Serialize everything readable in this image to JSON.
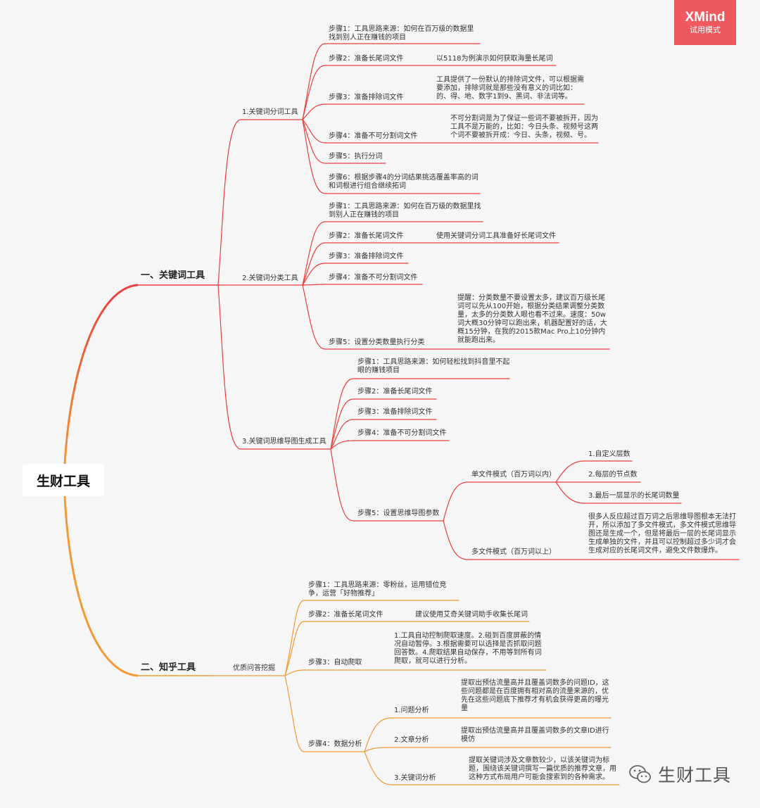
{
  "badge": {
    "title": "XMind",
    "subtitle": "试用模式"
  },
  "root": "生财工具",
  "branch1": {
    "label": "一、关键词工具",
    "g1": {
      "label": "1.关键词分词工具",
      "s1": "步骤1：工具思路来源：如何在百万级的数据里找到别人正在赚钱的项目",
      "s2": "步骤2：准备长尾词文件",
      "s2n": "以5118为例演示如何获取海量长尾词",
      "s3": "步骤3：准备排除词文件",
      "s3n": "工具提供了一份默认的排除词文件，可以根据需要添加，排除词就是那些没有意义的词比如：的、得、地、数字1到9、黑词、非法词等。",
      "s4": "步骤4：准备不可分割词文件",
      "s4n": "不可分割词是为了保证一些词不要被拆开，因为工具不是万能的，比如：今日头条、视频号这两个词不要被拆开成：今日、头条，视频、号。",
      "s5": "步骤5：执行分词",
      "s6": "步骤6：根据步骤4的分词结果挑选覆盖率高的词和词根进行组合继续拓词"
    },
    "g2": {
      "label": "2.关键词分类工具",
      "s1": "步骤1：工具思路来源：如何在百万级的数据里找到别人正在赚钱的项目",
      "s2": "步骤2：准备长尾词文件",
      "s2n": "使用关键词分词工具准备好长尾词文件",
      "s3": "步骤3：准备排除词文件",
      "s4": "步骤4：准备不可分割词文件",
      "s5": "步骤5：设置分类数量执行分类",
      "s5n": "提醒：分类数量不要设置太多，建议百万级长尾词可以先从100开始，根据分类结果调整分类数量，太多的分类数人眼也看不过来。速度：50w词大概30分钟可以跑出来，机器配置好的话，大概15分钟，在我的2015款Mac Pro上10分钟内就能跑出来。"
    },
    "g3": {
      "label": "3.关键词思维导图生成工具",
      "s1": "步骤1：工具思路来源：如何轻松找到抖音里不起眼的赚钱项目",
      "s2": "步骤2：准备长尾词文件",
      "s3": "步骤3：准备排除词文件",
      "s4": "步骤4：准备不可分割词文件",
      "s5": "步骤5：设置思维导图参数",
      "m1": "单文件模式（百万词以内）",
      "m1a": "1.自定义层数",
      "m1b": "2.每层的节点数",
      "m1c": "3.最后一层显示的长尾词数量",
      "m2": "多文件模式（百万词以上）",
      "m2n": "很多人反应超过百万词之后思维导图根本无法打开，所以添加了多文件模式，多文件模式思维导图还是生成一个，但是将最后一层的长尾词显示生成单独的文件，并且可以控制超过多少词才会生成对应的长尾词文件，避免文件数爆炸。"
    }
  },
  "branch2": {
    "label": "二、知乎工具",
    "g1": {
      "label": "优质问答挖掘",
      "s1": "步骤1：工具思路来源：零粉丝，运用错位竞争，运营「好物推荐」",
      "s2": "步骤2：准备长尾词文件",
      "s2n": "建议使用艾奇关键词助手收集长尾词",
      "s3": "步骤3：自动爬取",
      "s3n": "1.工具自动控制爬取速度。2.碰到百度屏蔽的情况自动暂停。3.根据需要可以选择是否抓取问题回答数。4.爬取结果自动保存，不用等到所有词爬取，就可以进行分析。",
      "s4": "步骤4：数据分析",
      "a1": "1.问题分析",
      "a1n": "提取出预估流量高并且覆盖词数多的问题ID，这些问题都是在百度拥有相对高的流量来源的，优先在这些问题底下推荐才有机会获得更高的曝光量",
      "a2": "2.文章分析",
      "a2n": "提取出预估流量高并且覆盖词数多的文章ID进行模仿",
      "a3": "3.关键词分析",
      "a3n": "提取关键词涉及文章数较少，以该关键词为标题，围绕该关键词撰写一篇优质的推荐文章，用这种方式布局用户可能会搜索到的各种需求。"
    }
  },
  "watermark": "生财工具",
  "colors": {
    "branch1": "#e8403e",
    "branch2": "#f29a35",
    "root_gradient_mid": "#f07a3a"
  }
}
